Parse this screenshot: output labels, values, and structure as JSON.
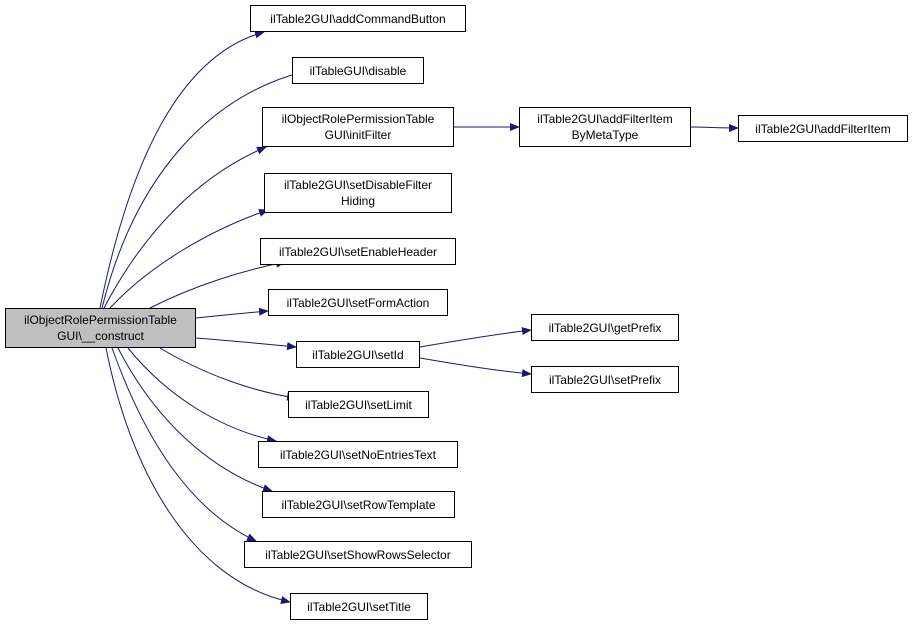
{
  "colors": {
    "edge": "#191970",
    "root_fill": "#bfbfbf",
    "node_fill": "#ffffff",
    "border": "#000000"
  },
  "nodes": [
    {
      "id": "root",
      "lines": [
        "ilObjectRolePermissionTable",
        "GUI\\__construct"
      ],
      "root": true
    },
    {
      "id": "addCommandButton",
      "lines": [
        "ilTable2GUI\\addCommandButton"
      ]
    },
    {
      "id": "disable",
      "lines": [
        "ilTableGUI\\disable"
      ]
    },
    {
      "id": "initFilter",
      "lines": [
        "ilObjectRolePermissionTable",
        "GUI\\initFilter"
      ]
    },
    {
      "id": "setDisableFilterHiding",
      "lines": [
        "ilTable2GUI\\setDisableFilter",
        "Hiding"
      ]
    },
    {
      "id": "setEnableHeader",
      "lines": [
        "ilTable2GUI\\setEnableHeader"
      ]
    },
    {
      "id": "setFormAction",
      "lines": [
        "ilTable2GUI\\setFormAction"
      ]
    },
    {
      "id": "setId",
      "lines": [
        "ilTable2GUI\\setId"
      ]
    },
    {
      "id": "setLimit",
      "lines": [
        "ilTable2GUI\\setLimit"
      ]
    },
    {
      "id": "setNoEntriesText",
      "lines": [
        "ilTable2GUI\\setNoEntriesText"
      ]
    },
    {
      "id": "setRowTemplate",
      "lines": [
        "ilTable2GUI\\setRowTemplate"
      ]
    },
    {
      "id": "setShowRowsSelector",
      "lines": [
        "ilTable2GUI\\setShowRowsSelector"
      ]
    },
    {
      "id": "setTitle",
      "lines": [
        "ilTable2GUI\\setTitle"
      ]
    },
    {
      "id": "addFilterItemByMetaType",
      "lines": [
        "ilTable2GUI\\addFilterItem",
        "ByMetaType"
      ]
    },
    {
      "id": "addFilterItem",
      "lines": [
        "ilTable2GUI\\addFilterItem"
      ]
    },
    {
      "id": "getPrefix",
      "lines": [
        "ilTable2GUI\\getPrefix"
      ]
    },
    {
      "id": "setPrefix",
      "lines": [
        "ilTable2GUI\\setPrefix"
      ]
    }
  ],
  "edges": [
    {
      "from": "root",
      "to": "addCommandButton"
    },
    {
      "from": "root",
      "to": "disable"
    },
    {
      "from": "root",
      "to": "initFilter"
    },
    {
      "from": "root",
      "to": "setDisableFilterHiding"
    },
    {
      "from": "root",
      "to": "setEnableHeader"
    },
    {
      "from": "root",
      "to": "setFormAction"
    },
    {
      "from": "root",
      "to": "setId"
    },
    {
      "from": "root",
      "to": "setLimit"
    },
    {
      "from": "root",
      "to": "setNoEntriesText"
    },
    {
      "from": "root",
      "to": "setRowTemplate"
    },
    {
      "from": "root",
      "to": "setShowRowsSelector"
    },
    {
      "from": "root",
      "to": "setTitle"
    },
    {
      "from": "initFilter",
      "to": "addFilterItemByMetaType"
    },
    {
      "from": "addFilterItemByMetaType",
      "to": "addFilterItem"
    },
    {
      "from": "setId",
      "to": "getPrefix"
    },
    {
      "from": "setId",
      "to": "setPrefix"
    }
  ]
}
